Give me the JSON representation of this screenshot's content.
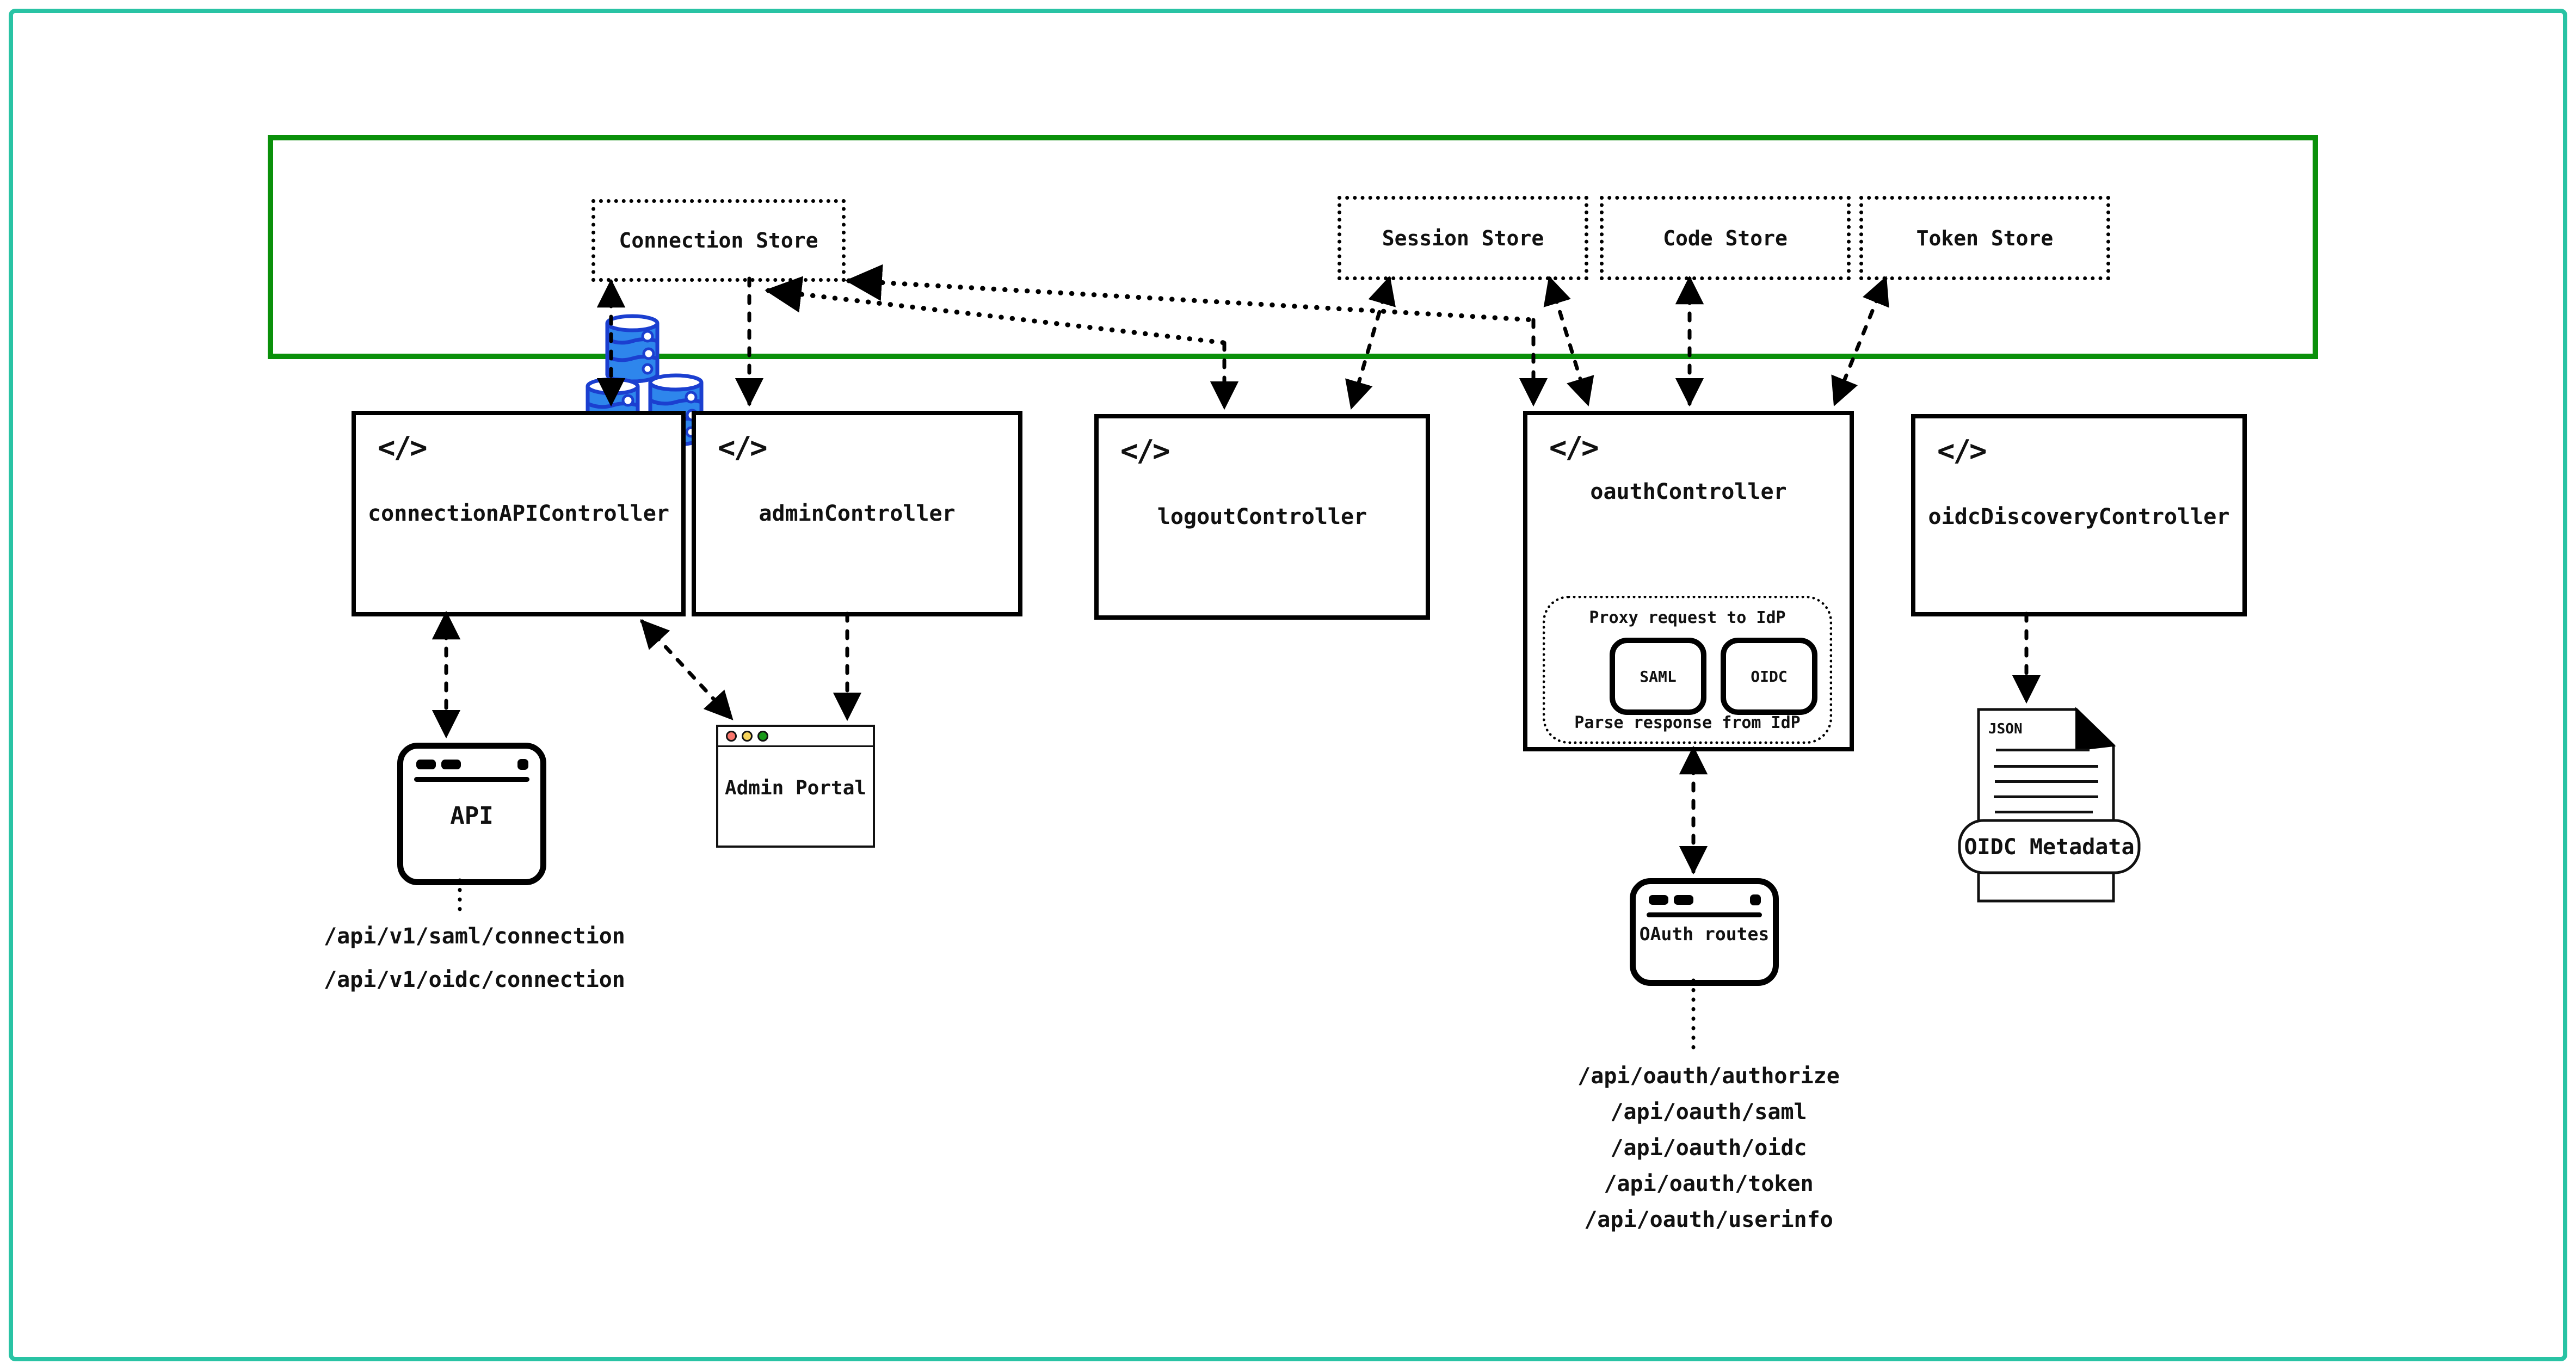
{
  "colors": {
    "outer_border": "#29C3A4",
    "store_layer_border": "#0A900A",
    "database_fill": "#2E86EC",
    "database_outline": "#1B3FD0",
    "traffic_red": "#F8756C",
    "traffic_yellow": "#F7D45C",
    "traffic_green": "#199919"
  },
  "icons": {
    "code_glyph": "</>"
  },
  "store_layer": {
    "stores": [
      {
        "label": "Connection Store"
      },
      {
        "label": "Session Store"
      },
      {
        "label": "Code Store"
      },
      {
        "label": "Token Store"
      }
    ]
  },
  "controllers": [
    {
      "label": "connectionAPIController"
    },
    {
      "label": "adminController"
    },
    {
      "label": "logoutController"
    },
    {
      "label": "oauthController"
    },
    {
      "label": "oidcDiscoveryController"
    }
  ],
  "oauth_proxy": {
    "top_label": "Proxy request to IdP",
    "protocols": [
      {
        "label": "SAML"
      },
      {
        "label": "OIDC"
      }
    ],
    "bottom_label": "Parse response from IdP"
  },
  "clients": {
    "api_window": {
      "label": "API"
    },
    "admin_portal": {
      "label": "Admin Portal"
    },
    "oauth_routes_window": {
      "label": "OAuth routes"
    },
    "oidc_metadata_doc": {
      "file_type": "JSON",
      "label": "OIDC Metadata"
    }
  },
  "endpoints": {
    "connection_api": [
      "/api/v1/saml/connection",
      "/api/v1/oidc/connection"
    ],
    "oauth": [
      "/api/oauth/authorize",
      "/api/oauth/saml",
      "/api/oauth/oidc",
      "/api/oauth/token",
      "/api/oauth/userinfo"
    ]
  }
}
